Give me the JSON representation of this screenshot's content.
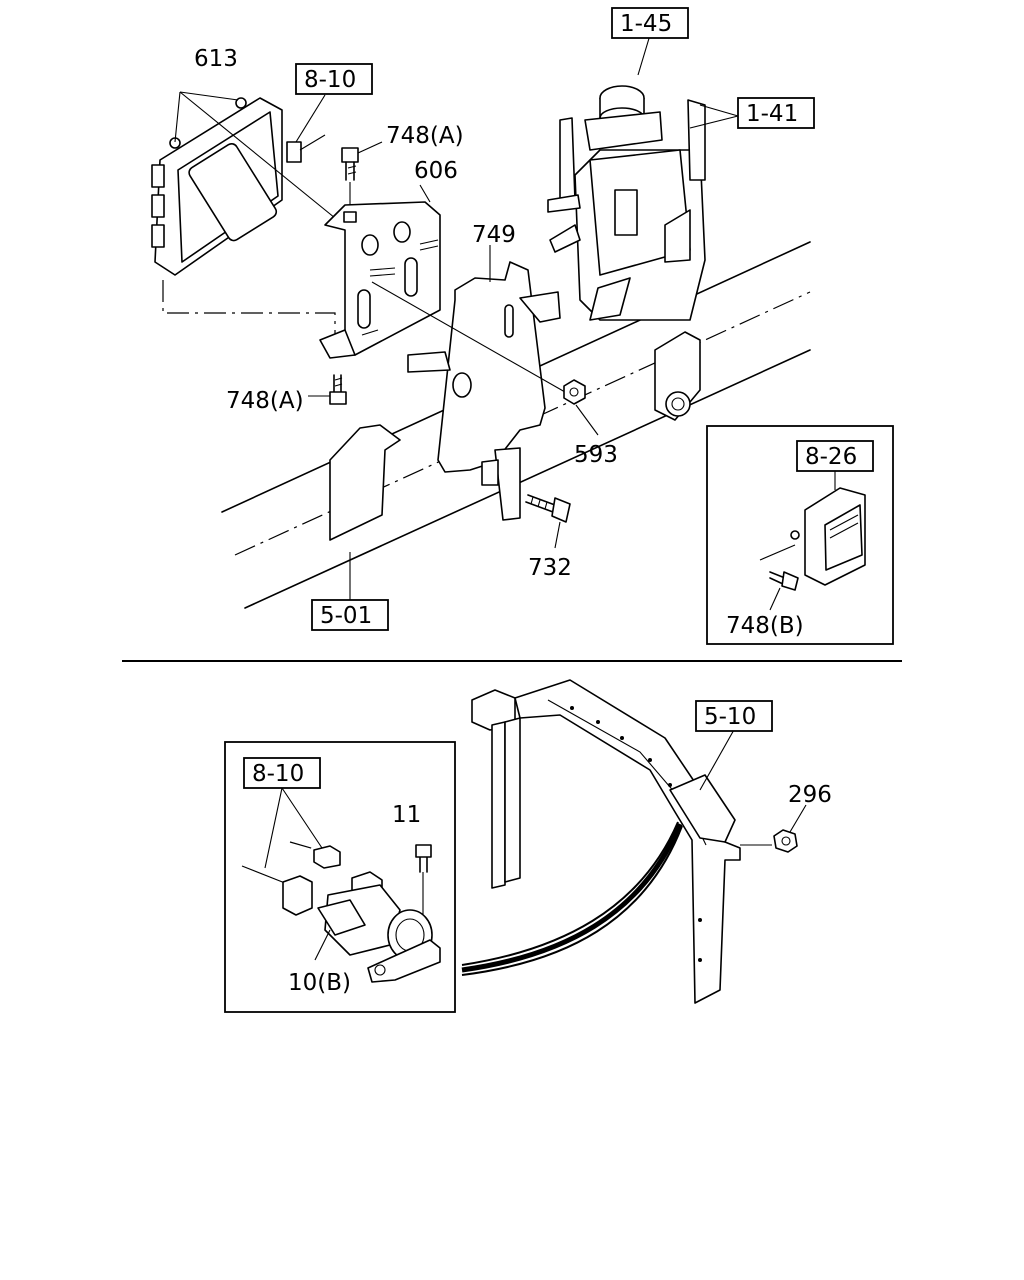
{
  "callouts": {
    "c613": "613",
    "c810_top": "8-10",
    "c748a_top": "748(A)",
    "c606": "606",
    "c145": "1-45",
    "c141": "1-41",
    "c749": "749",
    "c748a_left": "748(A)",
    "c593": "593",
    "c732": "732",
    "c501": "5-01",
    "c826": "8-26",
    "c748b": "748(B)",
    "c510": "5-10",
    "c296": "296",
    "c810_bottom": "8-10",
    "c11": "11",
    "c10b": "10(B)"
  }
}
